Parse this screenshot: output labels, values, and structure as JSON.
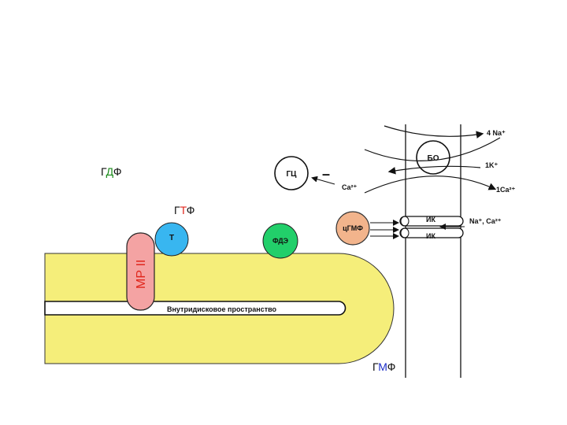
{
  "labels": {
    "gdf": {
      "g": "Г",
      "d": "Д",
      "f": "Ф"
    },
    "gtf": {
      "g": "Г",
      "t": "Т",
      "f": "Ф"
    },
    "gmf": {
      "g": "Г",
      "m": "М",
      "f": "Ф"
    },
    "t_protein": "Т",
    "fde": "ФДЭ",
    "mr": "МР II",
    "gc": "ГЦ",
    "inhibit": "–",
    "ca_gc": "Ca²⁺",
    "cgmp": "цГМФ",
    "ik_top": "ИК",
    "ik_bottom": "ИК",
    "channel_ions": "Na⁺, Ca²⁺",
    "bo": "БО",
    "na_out": "4 Na⁺",
    "k_in": "1K⁺",
    "ca_out": "1Ca²⁺",
    "intradisc": "Внутридисковое пространство"
  },
  "colors": {
    "disc_fill": "#f5ee7a",
    "mr_fill": "#f4a3a3",
    "t_fill": "#38b6f0",
    "fde_fill": "#22cf6a",
    "cgmp_fill": "#f2b48c",
    "label_green": "#1a8a1a",
    "label_red": "#e0261c",
    "label_blue": "#1c2ec8",
    "mr_text": "#e0261c"
  }
}
